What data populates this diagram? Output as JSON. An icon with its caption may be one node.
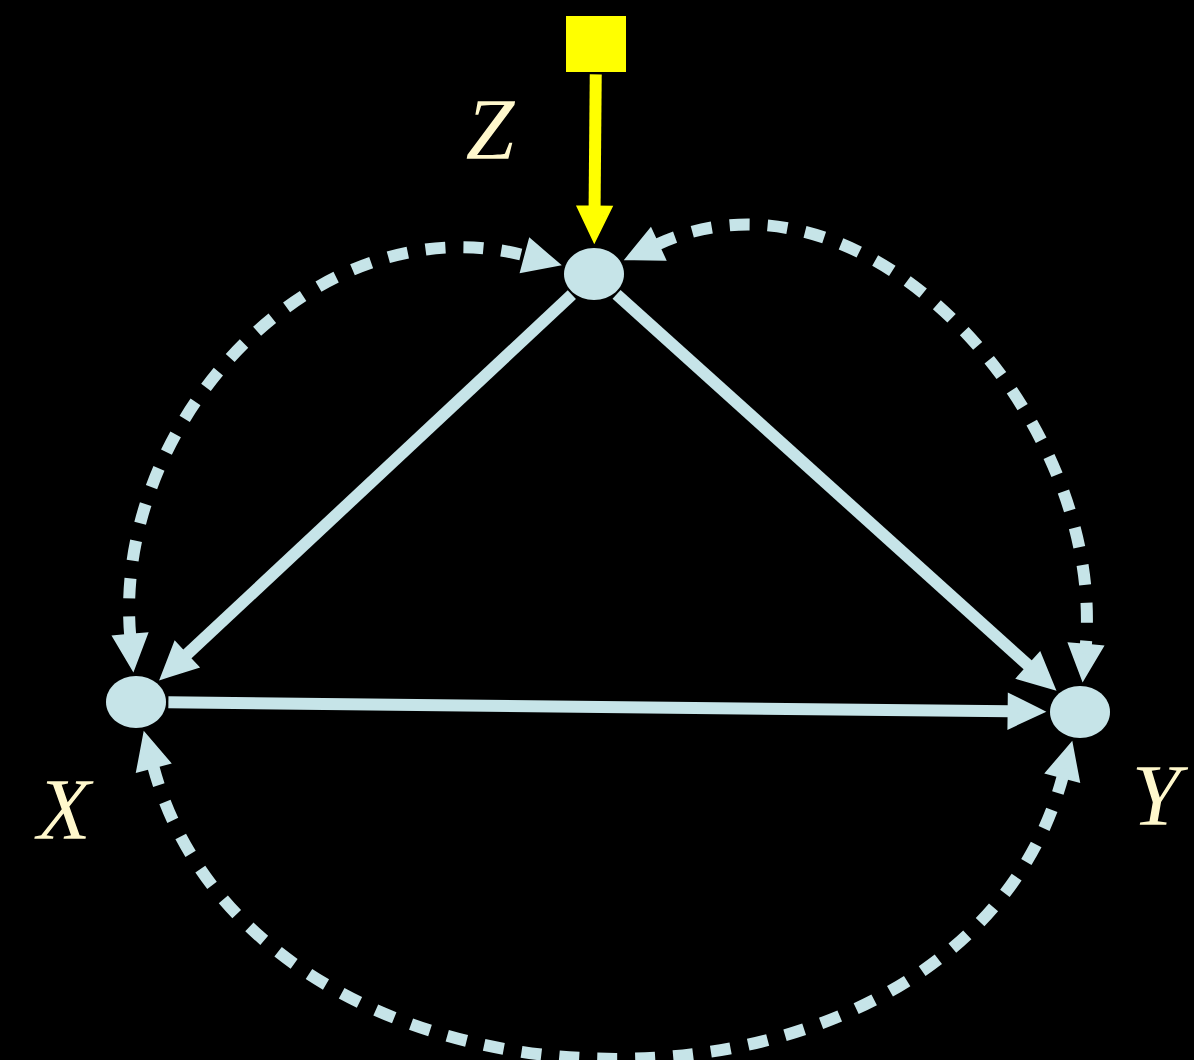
{
  "diagram": {
    "nodes": [
      {
        "text": [],
        "shape": "box"
      },
      {
        "text": [],
        "shape": "circle",
        "beside": [
          "Z"
        ]
      },
      {
        "text": [],
        "shape": "circle",
        "beside": [
          "X"
        ]
      },
      {
        "text": [],
        "shape": "circle",
        "beside": [
          "Y"
        ]
      }
    ],
    "edges": [
      {
        "from": 0,
        "to": 1,
        "arrow": "to",
        "color": "#ffff00"
      },
      {
        "from": 1,
        "to": 2,
        "arrow": "to"
      },
      {
        "from": 1,
        "to": 3,
        "arrow": "to"
      },
      {
        "from": 2,
        "to": 3,
        "arrow": "to"
      },
      {
        "from": 2,
        "to": 1,
        "arrow": "both",
        "style": "dashed"
      },
      {
        "from": 1,
        "to": 3,
        "arrow": "both",
        "style": "dashed"
      },
      {
        "from": 2,
        "to": 3,
        "arrow": "both",
        "style": "dashed"
      }
    ]
  }
}
